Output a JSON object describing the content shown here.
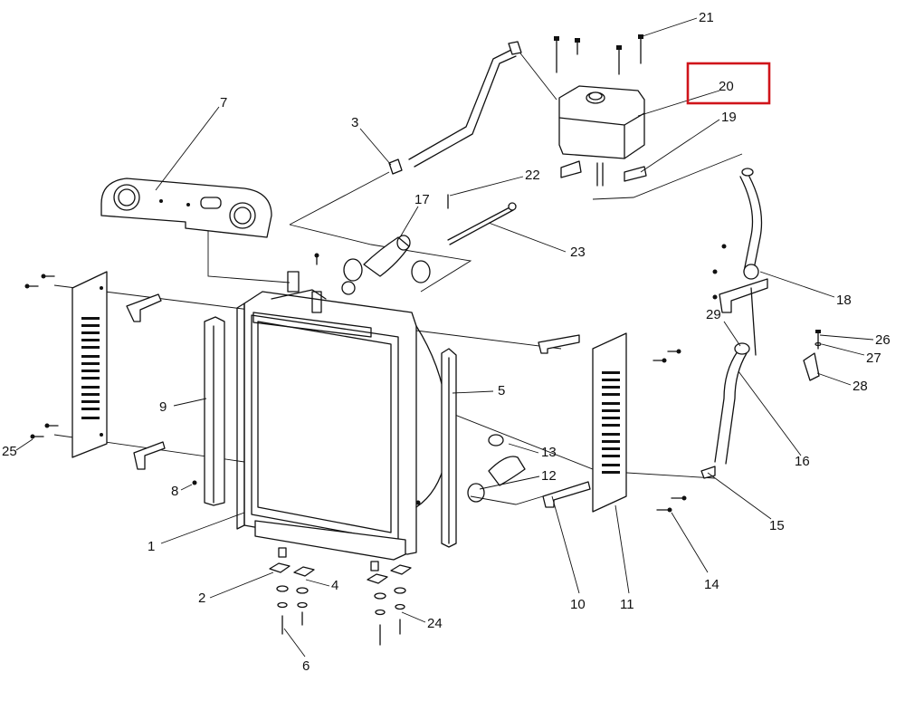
{
  "diagram": {
    "highlight_color": "#d0141a",
    "highlighted_callout": "20",
    "callouts": [
      "1",
      "2",
      "3",
      "4",
      "5",
      "6",
      "7",
      "8",
      "9",
      "10",
      "11",
      "12",
      "13",
      "14",
      "15",
      "16",
      "17",
      "18",
      "19",
      "20",
      "21",
      "22",
      "23",
      "24",
      "25",
      "26",
      "27",
      "28",
      "29"
    ]
  }
}
